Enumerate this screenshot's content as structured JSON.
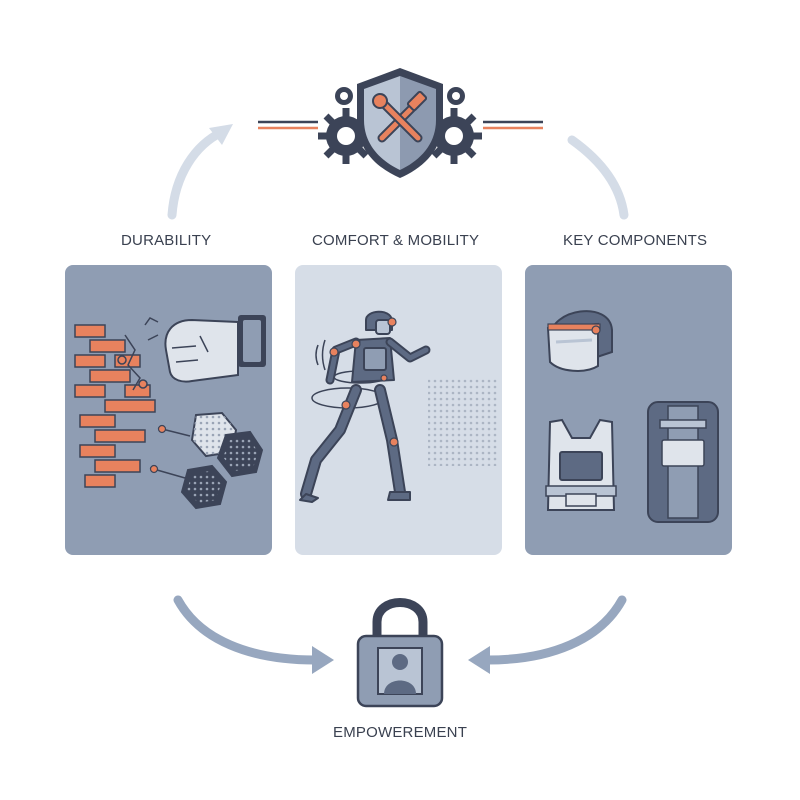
{
  "labels": {
    "durability": "DURABILITY",
    "comfort": "COMFORT & MOBILITY",
    "components": "KEY COMPONENTS",
    "empowerement": "EMPOWEREMENT"
  },
  "colors": {
    "panel_dark": "#8f9db3",
    "panel_light": "#d6dde7",
    "accent_orange": "#e8825e",
    "outline": "#3c4458",
    "arrow_light": "#d4dce7",
    "arrow_mid": "#97a7bf"
  },
  "icons": {
    "header": "shield-tools-gears-icon",
    "durability": "brick-wall-fist-icon",
    "comfort": "armored-figure-running-icon",
    "components": "helmet-vest-shield-icon",
    "footer": "padlock-person-icon"
  }
}
